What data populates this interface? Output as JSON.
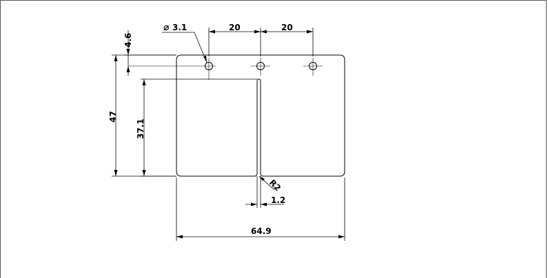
{
  "drawing": {
    "dimensions": {
      "hole_diameter": "3.1",
      "hole_pitch_1": "20",
      "hole_pitch_2": "20",
      "hole_edge_offset": "4.6",
      "overall_height": "47",
      "slot_length": "37.1",
      "slot_radius": "R2",
      "slot_width": "1.2",
      "overall_width": "64.9"
    },
    "symbols": {
      "diameter": "⌀"
    }
  }
}
